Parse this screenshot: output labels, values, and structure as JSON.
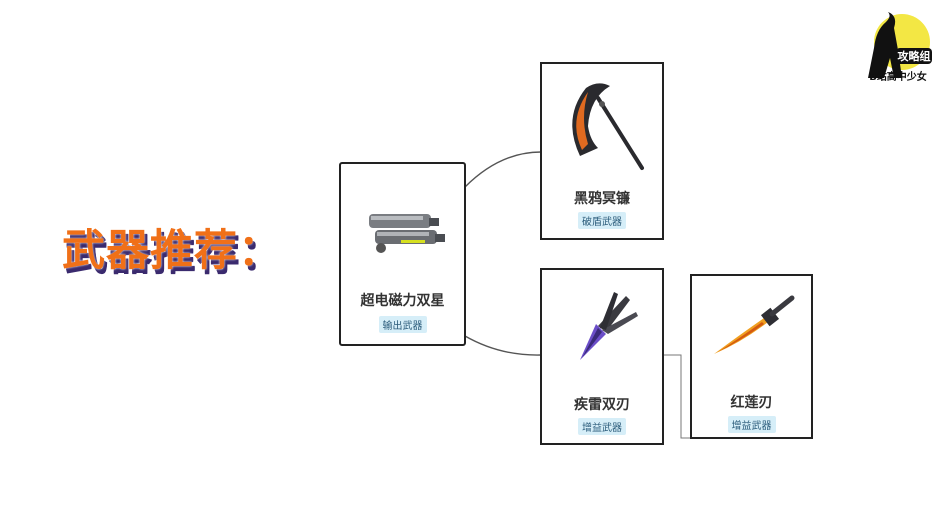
{
  "heading": {
    "text": "武器推荐："
  },
  "weapons": [
    {
      "name": "超电磁力双星",
      "tag": "输出武器",
      "icon": "twin-cannon-icon"
    },
    {
      "name": "黑鸦冥镰",
      "tag": "破盾武器",
      "icon": "scythe-icon"
    },
    {
      "name": "疾雷双刃",
      "tag": "增益武器",
      "icon": "triple-blade-icon"
    },
    {
      "name": "红莲刃",
      "tag": "增益武器",
      "icon": "flame-blade-icon"
    }
  ],
  "watermark": {
    "badge_text": "攻略组",
    "channel": "B站高中少女",
    "icon": "silhouette-logo-icon"
  },
  "colors": {
    "heading": "#f07018",
    "heading_shadow": "#3a2a6e",
    "badge_bg": "#d6eef8",
    "badge_text": "#2a5b7a"
  }
}
